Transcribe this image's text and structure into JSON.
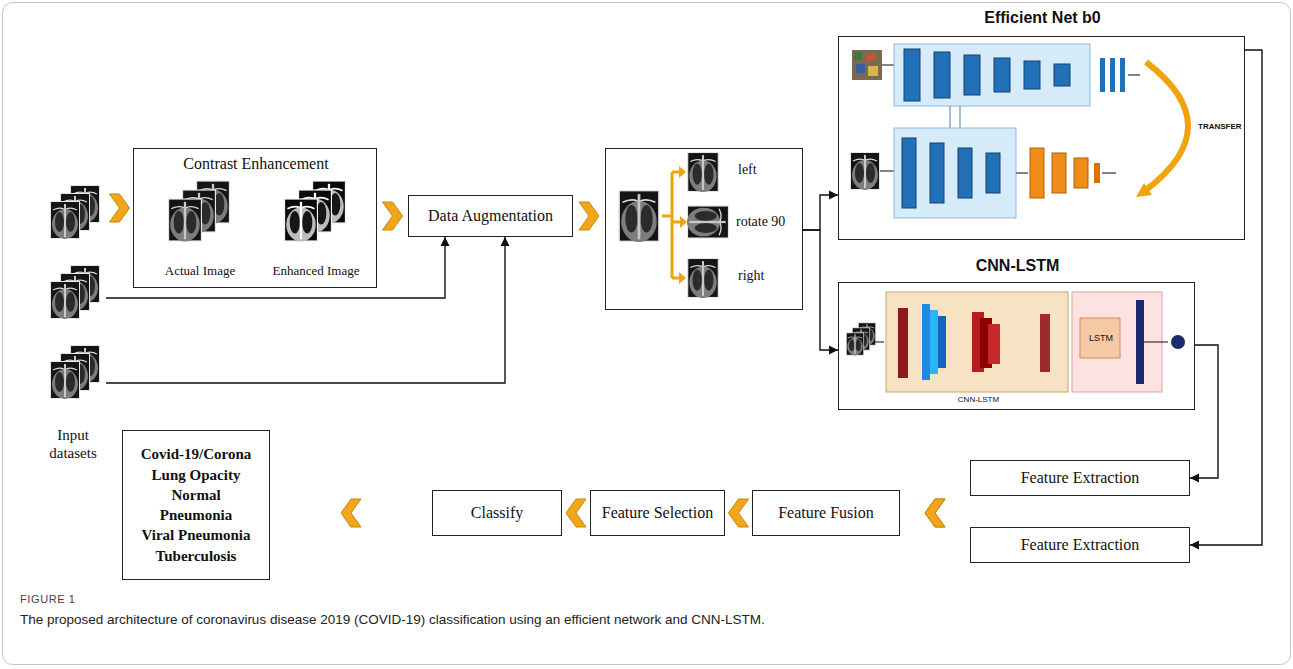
{
  "diagram": {
    "caption": "The proposed architecture of coronavirus disease 2019 (COVID-19) classification using an efficient network and CNN-LSTM.",
    "nodes": [
      {
        "text": [
          "Input datasets"
        ]
      },
      {
        "text": [
          "Contrast Enhancement",
          "Actual Image",
          "Enhanced Image"
        ]
      },
      {
        "text": [
          "Data Augmentation"
        ]
      },
      {
        "text": [
          "left",
          "rotate 90",
          "right"
        ]
      },
      {
        "text": [
          "Efficient Net b0",
          "TRANSFER"
        ]
      },
      {
        "text": [
          "CNN-LSTM",
          "LSTM",
          "CNN-LSTM"
        ]
      },
      {
        "text": [
          "Feature Extraction"
        ]
      },
      {
        "text": [
          "Feature Extraction"
        ]
      },
      {
        "text": [
          "Feature Fusion"
        ]
      },
      {
        "text": [
          "Feature Selection"
        ]
      },
      {
        "text": [
          "Classify"
        ]
      },
      {
        "text": [
          "Covid-19/Corona",
          "Lung Opacity",
          "Normal",
          "Pneumonia",
          "Viral Pneumonia",
          "Tuberculosis"
        ]
      }
    ],
    "edges": [
      {
        "from": 0,
        "to": 1,
        "arrow": "to"
      },
      {
        "from": 1,
        "to": 2,
        "arrow": "to"
      },
      {
        "from": 0,
        "to": 2,
        "arrow": "to"
      },
      {
        "from": 0,
        "to": 2,
        "arrow": "to"
      },
      {
        "from": 2,
        "to": 3,
        "arrow": "to"
      },
      {
        "from": 3,
        "to": 4,
        "arrow": "to"
      },
      {
        "from": 3,
        "to": 5,
        "arrow": "to"
      },
      {
        "from": 5,
        "to": 6,
        "arrow": "to"
      },
      {
        "from": 4,
        "to": 7,
        "arrow": "to"
      },
      {
        "from": 6,
        "to": 8,
        "arrow": "to"
      },
      {
        "from": 7,
        "to": 8,
        "arrow": "to"
      },
      {
        "from": 8,
        "to": 9,
        "arrow": "to"
      },
      {
        "from": 9,
        "to": 10,
        "arrow": "to"
      },
      {
        "from": 10,
        "to": 11,
        "arrow": "to"
      }
    ],
    "labels": [
      "FIGURE 1"
    ]
  }
}
